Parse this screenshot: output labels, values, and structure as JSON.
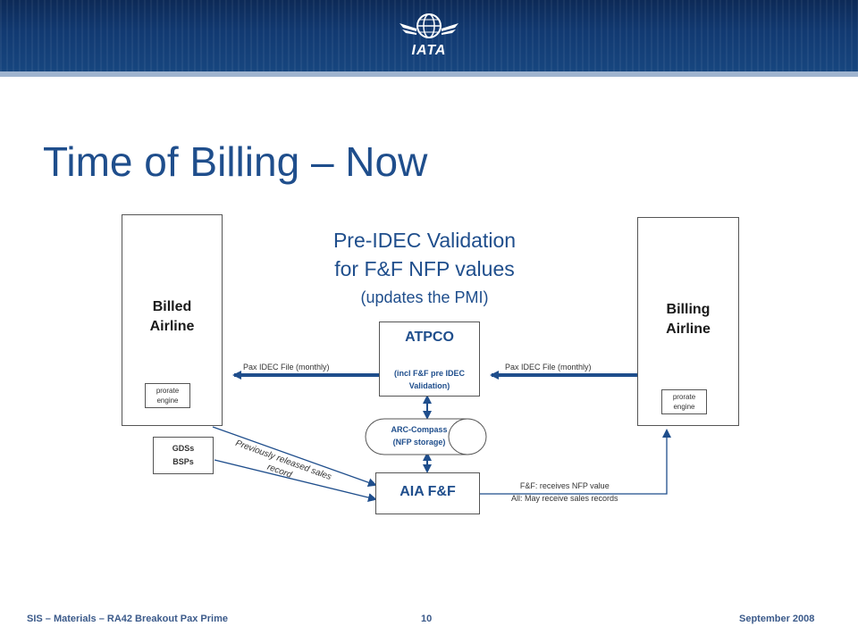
{
  "header": {
    "logo_text": "IATA",
    "colors": {
      "banner": "#123a72",
      "title": "#1f4e8c",
      "arrow": "#1f4e8c"
    }
  },
  "title": "Time of Billing – Now",
  "diagram": {
    "heading_line1": "Pre-IDEC Validation",
    "heading_line2": "for F&F NFP values",
    "heading_line3": "(updates the PMI)",
    "billed_airline": {
      "line1": "Billed",
      "line2": "Airline",
      "engine_line1": "prorate",
      "engine_line2": "engine"
    },
    "billing_airline": {
      "line1": "Billing",
      "line2": "Airline",
      "engine_line1": "prorate",
      "engine_line2": "engine"
    },
    "atpco": {
      "title": "ATPCO",
      "sub_line1": "(incl F&F pre IDEC",
      "sub_line2": "Validation)"
    },
    "arc_compass": {
      "line1": "ARC-Compass",
      "line2": "(NFP storage)"
    },
    "aia": {
      "title": "AIA F&F"
    },
    "gds": {
      "line1": "GDSs",
      "line2": "BSPs"
    },
    "labels": {
      "pax_left": "Pax IDEC File (monthly)",
      "pax_right": "Pax IDEC File (monthly)",
      "prev_line1": "Previously released sales",
      "prev_line2": "record",
      "ff_line1": "F&F: receives NFP value",
      "ff_line2": "All: May receive sales records"
    }
  },
  "footer": {
    "left": "SIS – Materials – RA42 Breakout Pax Prime",
    "page": "10",
    "date": "September 2008"
  }
}
